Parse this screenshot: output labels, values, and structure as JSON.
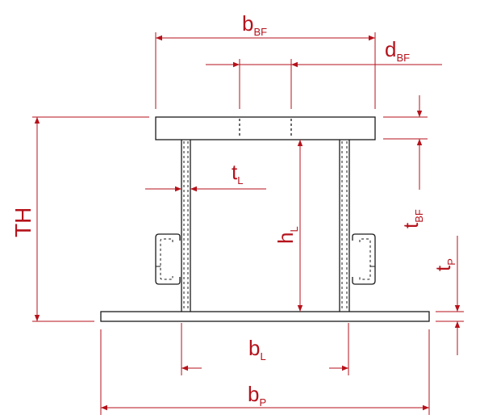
{
  "colors": {
    "dimension": "#b5121b",
    "outline": "#1a1a1a",
    "background": "#ffffff"
  },
  "labels": {
    "b_bf": {
      "main": "b",
      "sub": "BF"
    },
    "d_bf": {
      "main": "d",
      "sub": "BF"
    },
    "t_bf": {
      "main": "t",
      "sub": "BF"
    },
    "t_l": {
      "main": "t",
      "sub": "L"
    },
    "h_l": {
      "main": "h",
      "sub": "L"
    },
    "th": {
      "main": "TH"
    },
    "t_p": {
      "main": "t",
      "sub": "P"
    },
    "b_l": {
      "main": "b",
      "sub": "L"
    },
    "b_p": {
      "main": "b",
      "sub": "P"
    }
  }
}
